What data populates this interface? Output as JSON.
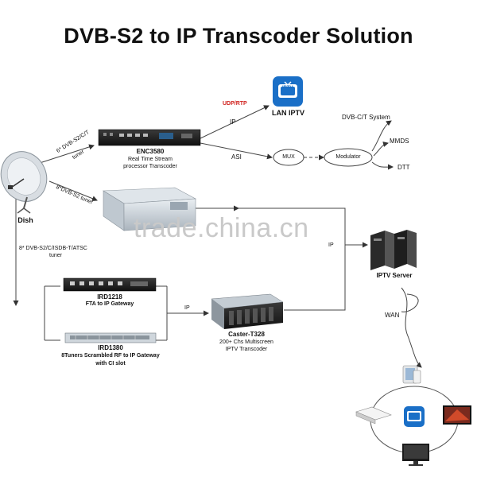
{
  "title": "DVB-S2 to IP Transcoder Solution",
  "labels": {
    "dish": "Dish",
    "tuner1": "6* DVB-S2/C/T",
    "tuner1b": "tuner",
    "tuner2": "8*DVB-S2 tuner",
    "tuner3": "8* DVB-S2/C/ISDB-T/ATSC",
    "tuner3b": "tuner",
    "enc_name": "ENC3580",
    "enc_desc1": "Real Time Stream",
    "enc_desc2": "processor Transcoder",
    "udp": "UDP/RTP",
    "ip1": "IP",
    "lan_iptv": "LAN IPTV",
    "asi": "ASI",
    "mux": "MUX",
    "modulator": "Modulator",
    "dvbct": "DVB-C/T System",
    "mmds": "MMDS",
    "dtt": "DTT",
    "ip_right": "IP",
    "iptv_server": "IPTV Server",
    "wan": "WAN",
    "ird1218": "IRD1218",
    "ird1218_desc": "FTA to IP Gateway",
    "ip2": "IP",
    "caster": "Caster-T328",
    "caster_desc1": "200+ Chs Multiscreen",
    "caster_desc2": "IPTV Transcoder",
    "ird1380": "IRD1380",
    "ird1380_desc1": "8Tuners Scrambled RF to IP Gateway",
    "ird1380_desc2": "with CI slot",
    "iptv_badge": "IPTV",
    "watermark": "trade.china.cn"
  },
  "colors": {
    "accent_red": "#d0201c",
    "iptv_blue": "#1a6fc7",
    "device_dark": "#1f1f1f",
    "line": "#444444"
  },
  "icons": [
    "satellite-dish-icon",
    "lan-iptv-app-icon",
    "server-tower-icon",
    "tablet-icon",
    "phone-icon",
    "tv-icon",
    "set-top-box-icon",
    "monitor-icon",
    "iptv-hub-icon"
  ]
}
